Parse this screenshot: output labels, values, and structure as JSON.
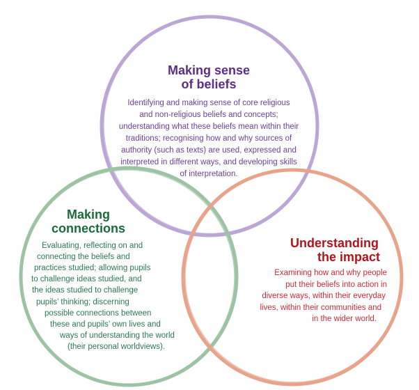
{
  "colors": {
    "purple_stroke": "#bba6d6",
    "green_stroke": "#9cc4a4",
    "orange_stroke": "#e8a48a",
    "purple_title": "#5a2d8a",
    "purple_text": "#6b3f97",
    "green_title": "#1a6b3a",
    "green_text": "#2a7a50",
    "red_title": "#b5121b",
    "red_text": "#cc2a3a"
  },
  "sets": {
    "beliefs": {
      "title_lines": [
        "Making sense",
        "of beliefs"
      ],
      "body_lines": [
        "Identifying and making sense of core religious",
        "and non-religious beliefs and concepts;",
        "understanding what these beliefs mean within their",
        "traditions; recognising how and why sources of",
        "authority (such as texts) are used, expressed and",
        "interpreted in different ways, and developing skills",
        "of interpretation."
      ]
    },
    "connections": {
      "title_lines": [
        "Making",
        "connections"
      ],
      "body_lines": [
        "Evaluating, reflecting on and",
        "connecting the beliefs and",
        "practices studied; allowing pupils",
        "to challenge ideas studied, and",
        "the ideas studied to challenge",
        "pupils’ thinking; discerning",
        "possible connections between",
        "these and pupils’ own lives and",
        "ways of understanding the world",
        "(their personal worldviews)."
      ]
    },
    "impact": {
      "title_lines": [
        "Understanding",
        "the impact"
      ],
      "body_lines": [
        "Examining how and why people",
        "put their beliefs into action in",
        "diverse ways, within their everyday",
        "lives, within their communities and",
        "in the wider world."
      ]
    }
  }
}
